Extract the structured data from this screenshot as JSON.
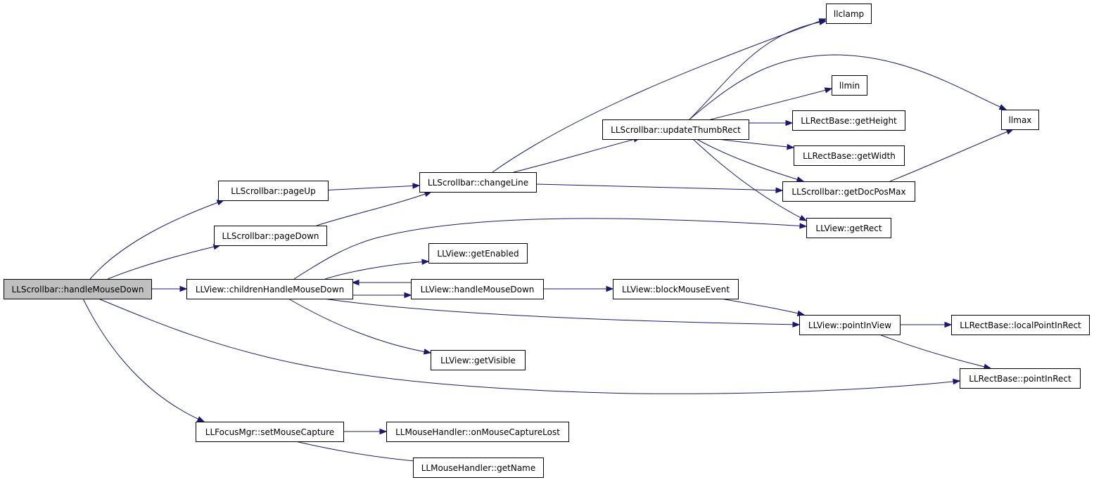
{
  "colors": {
    "edge": "#191970",
    "node_border": "#000000",
    "node_fill": "#ffffff",
    "root_fill": "#bfbfbf"
  },
  "nodes": [
    {
      "id": "root",
      "label": "LLScrollbar::handleMouseDown",
      "root": true
    },
    {
      "id": "pageUp",
      "label": "LLScrollbar::pageUp"
    },
    {
      "id": "pageDown",
      "label": "LLScrollbar::pageDown"
    },
    {
      "id": "changeLine",
      "label": "LLScrollbar::changeLine"
    },
    {
      "id": "updateThumbRect",
      "label": "LLScrollbar::updateThumbRect"
    },
    {
      "id": "llclamp",
      "label": "llclamp"
    },
    {
      "id": "llmin",
      "label": "llmin"
    },
    {
      "id": "llmax",
      "label": "llmax"
    },
    {
      "id": "getHeight",
      "label": "LLRectBase::getHeight"
    },
    {
      "id": "getWidth",
      "label": "LLRectBase::getWidth"
    },
    {
      "id": "getDocPosMax",
      "label": "LLScrollbar::getDocPosMax"
    },
    {
      "id": "getRect",
      "label": "LLView::getRect"
    },
    {
      "id": "getEnabled",
      "label": "LLView::getEnabled"
    },
    {
      "id": "childrenHMD",
      "label": "LLView::childrenHandleMouseDown"
    },
    {
      "id": "viewHMD",
      "label": "LLView::handleMouseDown"
    },
    {
      "id": "blockMouseEvent",
      "label": "LLView::blockMouseEvent"
    },
    {
      "id": "pointInView",
      "label": "LLView::pointInView"
    },
    {
      "id": "localPointInRect",
      "label": "LLRectBase::localPointInRect"
    },
    {
      "id": "getVisible",
      "label": "LLView::getVisible"
    },
    {
      "id": "pointInRect",
      "label": "LLRectBase::pointInRect"
    },
    {
      "id": "setMouseCapture",
      "label": "LLFocusMgr::setMouseCapture"
    },
    {
      "id": "onMouseCaptureLost",
      "label": "LLMouseHandler::onMouseCaptureLost"
    },
    {
      "id": "getName",
      "label": "LLMouseHandler::getName"
    }
  ],
  "edges": [
    {
      "from": "root",
      "to": "pageUp"
    },
    {
      "from": "root",
      "to": "pageDown"
    },
    {
      "from": "root",
      "to": "childrenHMD"
    },
    {
      "from": "root",
      "to": "pointInRect"
    },
    {
      "from": "root",
      "to": "setMouseCapture"
    },
    {
      "from": "pageUp",
      "to": "changeLine"
    },
    {
      "from": "pageDown",
      "to": "changeLine"
    },
    {
      "from": "changeLine",
      "to": "llclamp"
    },
    {
      "from": "changeLine",
      "to": "updateThumbRect"
    },
    {
      "from": "changeLine",
      "to": "getDocPosMax"
    },
    {
      "from": "updateThumbRect",
      "to": "llclamp"
    },
    {
      "from": "updateThumbRect",
      "to": "llmax"
    },
    {
      "from": "updateThumbRect",
      "to": "llmin"
    },
    {
      "from": "updateThumbRect",
      "to": "getHeight"
    },
    {
      "from": "updateThumbRect",
      "to": "getWidth"
    },
    {
      "from": "updateThumbRect",
      "to": "getDocPosMax"
    },
    {
      "from": "updateThumbRect",
      "to": "getRect"
    },
    {
      "from": "getDocPosMax",
      "to": "llmax"
    },
    {
      "from": "childrenHMD",
      "to": "getRect"
    },
    {
      "from": "childrenHMD",
      "to": "getEnabled"
    },
    {
      "from": "childrenHMD",
      "to": "viewHMD"
    },
    {
      "from": "childrenHMD",
      "to": "pointInView"
    },
    {
      "from": "childrenHMD",
      "to": "getVisible"
    },
    {
      "from": "viewHMD",
      "to": "childrenHMD"
    },
    {
      "from": "viewHMD",
      "to": "blockMouseEvent"
    },
    {
      "from": "blockMouseEvent",
      "to": "pointInView"
    },
    {
      "from": "pointInView",
      "to": "localPointInRect"
    },
    {
      "from": "pointInView",
      "to": "pointInRect"
    },
    {
      "from": "setMouseCapture",
      "to": "onMouseCaptureLost"
    },
    {
      "from": "setMouseCapture",
      "to": "getName"
    }
  ]
}
